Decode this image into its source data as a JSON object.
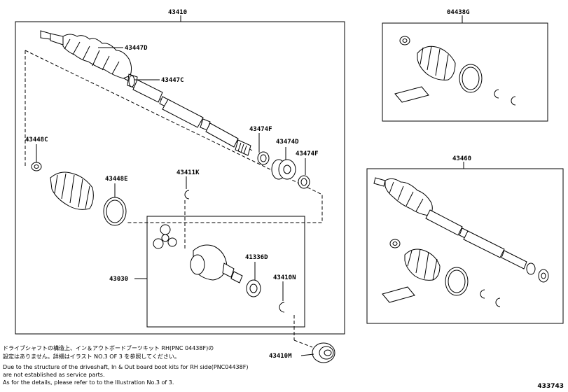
{
  "part_numbers": {
    "main_shaft": "43410",
    "kit_g": "04438G",
    "rh_shaft": "43460",
    "boot_d": "43447D",
    "clamp_c": "43447C",
    "clamp_f_upper": "43474F",
    "damper_d": "43474D",
    "clamp_f_lower": "43474F",
    "band_c": "43448C",
    "boot_e": "43448E",
    "snap_k": "43411K",
    "joint": "43030",
    "seal": "41336D",
    "snap_n": "43410N",
    "bearing_m": "43410M"
  },
  "notes": {
    "jp_line1": "ドライブシャフトの構造上、イン＆アウトボードブーツキット RH(PNC 04438F)の",
    "jp_line2": "設定はありません。詳細はイラスト NO.3 OF 3 を参照してください。",
    "en_line1": "Due to the structure of the driveshaft, In & Out board  boot kits for RH side(PNC04438F)",
    "en_line2": "are not established as service parts.",
    "en_line3": "As for the details, please refer to to the Illustration No.3 of 3."
  },
  "diagram_number": "433743"
}
